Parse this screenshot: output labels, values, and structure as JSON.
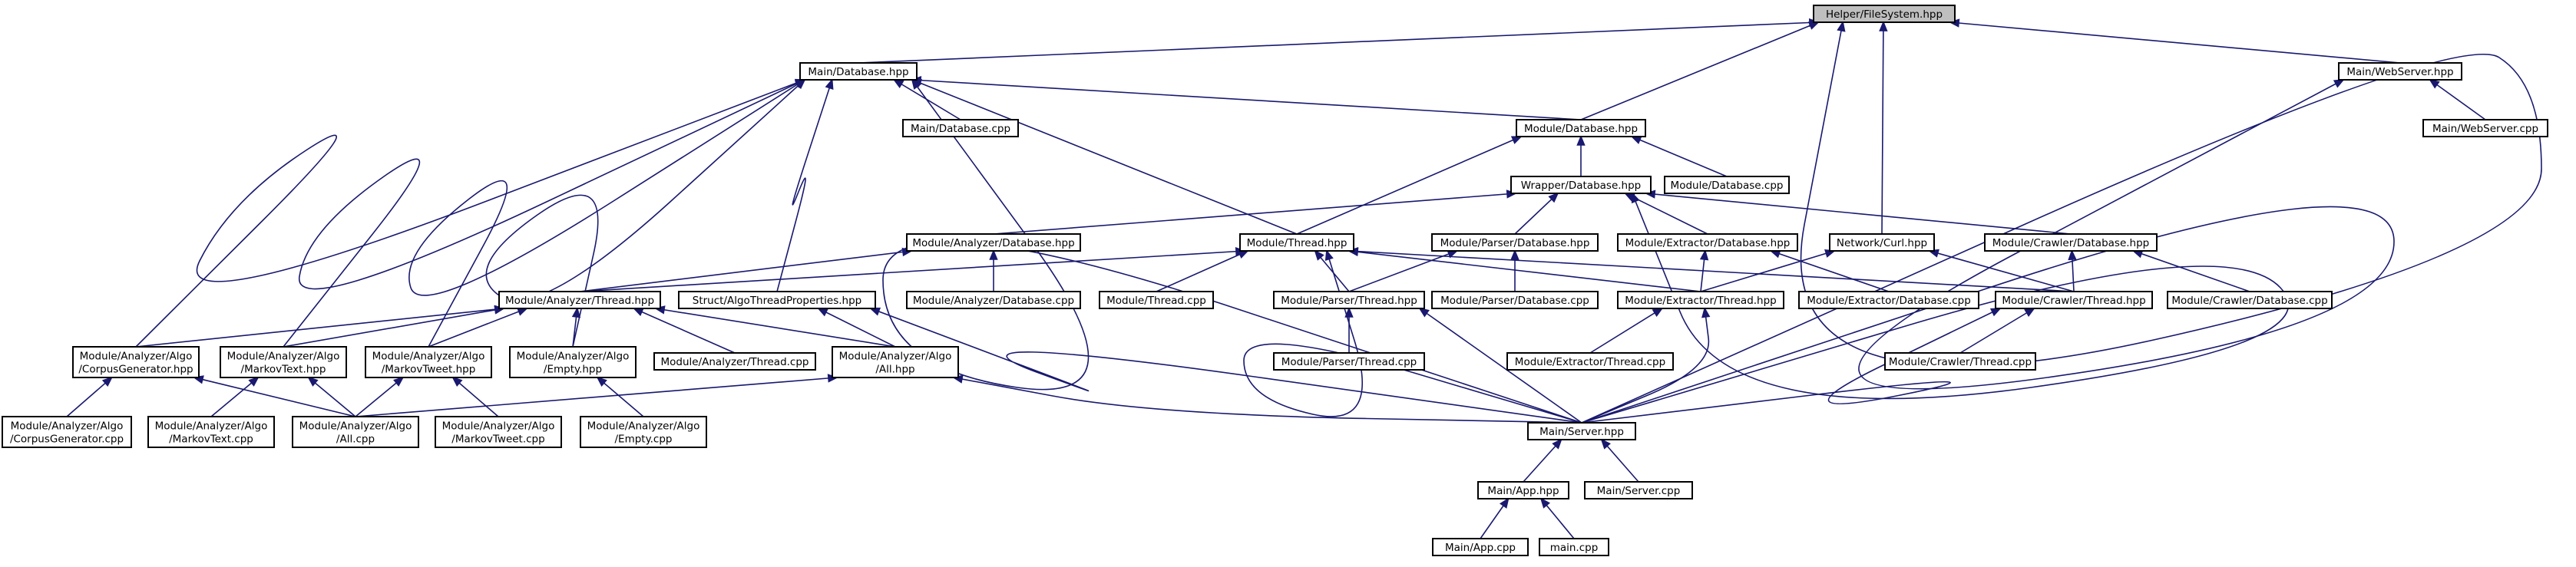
{
  "diagram": {
    "type": "include-dependency-graph",
    "colors": {
      "node_fill": "#ffffff",
      "root_fill": "#bfbfbf",
      "border": "#000000",
      "edge": "#191970"
    },
    "nodes": [
      {
        "id": "helper_fs",
        "lines": [
          "Helper/FileSystem.hpp"
        ],
        "root": true
      },
      {
        "id": "main_db_hpp",
        "lines": [
          "Main/Database.hpp"
        ]
      },
      {
        "id": "main_ws_hpp",
        "lines": [
          "Main/WebServer.hpp"
        ]
      },
      {
        "id": "main_db_cpp",
        "lines": [
          "Main/Database.cpp"
        ]
      },
      {
        "id": "mod_db_hpp",
        "lines": [
          "Module/Database.hpp"
        ]
      },
      {
        "id": "main_ws_cpp",
        "lines": [
          "Main/WebServer.cpp"
        ]
      },
      {
        "id": "wrap_db_hpp",
        "lines": [
          "Wrapper/Database.hpp"
        ]
      },
      {
        "id": "mod_db_cpp",
        "lines": [
          "Module/Database.cpp"
        ]
      },
      {
        "id": "ana_db_hpp",
        "lines": [
          "Module/Analyzer/Database.hpp"
        ]
      },
      {
        "id": "mod_thread_hpp",
        "lines": [
          "Module/Thread.hpp"
        ]
      },
      {
        "id": "parser_db_hpp",
        "lines": [
          "Module/Parser/Database.hpp"
        ]
      },
      {
        "id": "ext_db_hpp",
        "lines": [
          "Module/Extractor/Database.hpp"
        ]
      },
      {
        "id": "curl_hpp",
        "lines": [
          "Network/Curl.hpp"
        ]
      },
      {
        "id": "crawler_db_hpp",
        "lines": [
          "Module/Crawler/Database.hpp"
        ]
      },
      {
        "id": "ana_thread_hpp",
        "lines": [
          "Module/Analyzer/Thread.hpp"
        ]
      },
      {
        "id": "struct_algo",
        "lines": [
          "Struct/AlgoThreadProperties.hpp"
        ]
      },
      {
        "id": "ana_db_cpp",
        "lines": [
          "Module/Analyzer/Database.cpp"
        ]
      },
      {
        "id": "mod_thread_cpp",
        "lines": [
          "Module/Thread.cpp"
        ]
      },
      {
        "id": "parser_thread_hpp",
        "lines": [
          "Module/Parser/Thread.hpp"
        ]
      },
      {
        "id": "parser_db_cpp",
        "lines": [
          "Module/Parser/Database.cpp"
        ]
      },
      {
        "id": "ext_thread_hpp",
        "lines": [
          "Module/Extractor/Thread.hpp"
        ]
      },
      {
        "id": "ext_db_cpp",
        "lines": [
          "Module/Extractor/Database.cpp"
        ]
      },
      {
        "id": "crawler_thread_hpp",
        "lines": [
          "Module/Crawler/Thread.hpp"
        ]
      },
      {
        "id": "crawler_db_cpp",
        "lines": [
          "Module/Crawler/Database.cpp"
        ]
      },
      {
        "id": "corpus_gen_hpp",
        "lines": [
          "Module/Analyzer/Algo",
          "/CorpusGenerator.hpp"
        ]
      },
      {
        "id": "markov_text_hpp",
        "lines": [
          "Module/Analyzer/Algo",
          "/MarkovText.hpp"
        ]
      },
      {
        "id": "markov_tweet_hpp",
        "lines": [
          "Module/Analyzer/Algo",
          "/MarkovTweet.hpp"
        ]
      },
      {
        "id": "empty_hpp",
        "lines": [
          "Module/Analyzer/Algo",
          "/Empty.hpp"
        ]
      },
      {
        "id": "ana_thread_cpp",
        "lines": [
          "Module/Analyzer/Thread.cpp"
        ]
      },
      {
        "id": "all_hpp",
        "lines": [
          "Module/Analyzer/Algo",
          "/All.hpp"
        ]
      },
      {
        "id": "parser_thread_cpp",
        "lines": [
          "Module/Parser/Thread.cpp"
        ]
      },
      {
        "id": "ext_thread_cpp",
        "lines": [
          "Module/Extractor/Thread.cpp"
        ]
      },
      {
        "id": "crawler_thread_cpp",
        "lines": [
          "Module/Crawler/Thread.cpp"
        ]
      },
      {
        "id": "corpus_gen_cpp",
        "lines": [
          "Module/Analyzer/Algo",
          "/CorpusGenerator.cpp"
        ]
      },
      {
        "id": "markov_text_cpp",
        "lines": [
          "Module/Analyzer/Algo",
          "/MarkovText.cpp"
        ]
      },
      {
        "id": "all_cpp",
        "lines": [
          "Module/Analyzer/Algo",
          "/All.cpp"
        ]
      },
      {
        "id": "markov_tweet_cpp",
        "lines": [
          "Module/Analyzer/Algo",
          "/MarkovTweet.cpp"
        ]
      },
      {
        "id": "empty_cpp",
        "lines": [
          "Module/Analyzer/Algo",
          "/Empty.cpp"
        ]
      },
      {
        "id": "main_server_hpp",
        "lines": [
          "Main/Server.hpp"
        ]
      },
      {
        "id": "main_app_hpp",
        "lines": [
          "Main/App.hpp"
        ]
      },
      {
        "id": "main_server_cpp",
        "lines": [
          "Main/Server.cpp"
        ]
      },
      {
        "id": "main_app_cpp",
        "lines": [
          "Main/App.cpp"
        ]
      },
      {
        "id": "main_cpp",
        "lines": [
          "main.cpp"
        ]
      }
    ],
    "edges": [
      [
        "main_db_hpp",
        "helper_fs"
      ],
      [
        "mod_db_hpp",
        "helper_fs"
      ],
      [
        "curl_hpp",
        "helper_fs"
      ],
      [
        "main_ws_hpp",
        "helper_fs"
      ],
      [
        "main_server_hpp",
        "helper_fs"
      ],
      [
        "main_db_cpp",
        "main_db_hpp"
      ],
      [
        "mod_db_hpp",
        "main_db_hpp"
      ],
      [
        "mod_thread_hpp",
        "main_db_hpp"
      ],
      [
        "struct_algo",
        "main_db_hpp"
      ],
      [
        "corpus_gen_hpp",
        "main_db_hpp"
      ],
      [
        "markov_text_hpp",
        "main_db_hpp"
      ],
      [
        "markov_tweet_hpp",
        "main_db_hpp"
      ],
      [
        "empty_hpp",
        "main_db_hpp"
      ],
      [
        "main_server_hpp",
        "main_db_hpp"
      ],
      [
        "main_ws_cpp",
        "main_ws_hpp"
      ],
      [
        "main_server_hpp",
        "main_ws_hpp"
      ],
      [
        "wrap_db_hpp",
        "mod_db_hpp"
      ],
      [
        "mod_db_cpp",
        "mod_db_hpp"
      ],
      [
        "mod_thread_hpp",
        "mod_db_hpp"
      ],
      [
        "ana_db_hpp",
        "wrap_db_hpp"
      ],
      [
        "parser_db_hpp",
        "wrap_db_hpp"
      ],
      [
        "ext_db_hpp",
        "wrap_db_hpp"
      ],
      [
        "crawler_db_hpp",
        "wrap_db_hpp"
      ],
      [
        "main_server_hpp",
        "wrap_db_hpp"
      ],
      [
        "ana_thread_hpp",
        "ana_db_hpp"
      ],
      [
        "ana_db_cpp",
        "ana_db_hpp"
      ],
      [
        "ana_thread_hpp",
        "mod_thread_hpp"
      ],
      [
        "mod_thread_cpp",
        "mod_thread_hpp"
      ],
      [
        "parser_thread_hpp",
        "mod_thread_hpp"
      ],
      [
        "ext_thread_hpp",
        "mod_thread_hpp"
      ],
      [
        "crawler_thread_hpp",
        "mod_thread_hpp"
      ],
      [
        "main_server_hpp",
        "mod_thread_hpp"
      ],
      [
        "parser_thread_hpp",
        "parser_db_hpp"
      ],
      [
        "parser_db_cpp",
        "parser_db_hpp"
      ],
      [
        "ext_thread_hpp",
        "ext_db_hpp"
      ],
      [
        "ext_db_cpp",
        "ext_db_hpp"
      ],
      [
        "ext_thread_hpp",
        "curl_hpp"
      ],
      [
        "crawler_thread_hpp",
        "curl_hpp"
      ],
      [
        "crawler_thread_hpp",
        "crawler_db_hpp"
      ],
      [
        "crawler_db_cpp",
        "crawler_db_hpp"
      ],
      [
        "corpus_gen_hpp",
        "ana_thread_hpp"
      ],
      [
        "markov_text_hpp",
        "ana_thread_hpp"
      ],
      [
        "markov_tweet_hpp",
        "ana_thread_hpp"
      ],
      [
        "empty_hpp",
        "ana_thread_hpp"
      ],
      [
        "ana_thread_cpp",
        "ana_thread_hpp"
      ],
      [
        "all_hpp",
        "ana_thread_hpp"
      ],
      [
        "all_hpp",
        "struct_algo"
      ],
      [
        "main_server_hpp",
        "struct_algo"
      ],
      [
        "parser_thread_cpp",
        "parser_thread_hpp"
      ],
      [
        "main_server_hpp",
        "parser_thread_hpp"
      ],
      [
        "ext_thread_cpp",
        "ext_thread_hpp"
      ],
      [
        "main_server_hpp",
        "ext_thread_hpp"
      ],
      [
        "crawler_thread_cpp",
        "crawler_thread_hpp"
      ],
      [
        "main_server_hpp",
        "crawler_thread_hpp"
      ],
      [
        "corpus_gen_cpp",
        "corpus_gen_hpp"
      ],
      [
        "all_cpp",
        "corpus_gen_hpp"
      ],
      [
        "markov_text_cpp",
        "markov_text_hpp"
      ],
      [
        "all_cpp",
        "markov_text_hpp"
      ],
      [
        "all_cpp",
        "markov_tweet_hpp"
      ],
      [
        "markov_tweet_cpp",
        "markov_tweet_hpp"
      ],
      [
        "empty_cpp",
        "empty_hpp"
      ],
      [
        "all_cpp",
        "all_hpp"
      ],
      [
        "main_server_hpp",
        "all_hpp"
      ],
      [
        "main_app_hpp",
        "main_server_hpp"
      ],
      [
        "main_server_cpp",
        "main_server_hpp"
      ],
      [
        "main_app_cpp",
        "main_app_hpp"
      ],
      [
        "main_cpp",
        "main_app_hpp"
      ]
    ]
  }
}
